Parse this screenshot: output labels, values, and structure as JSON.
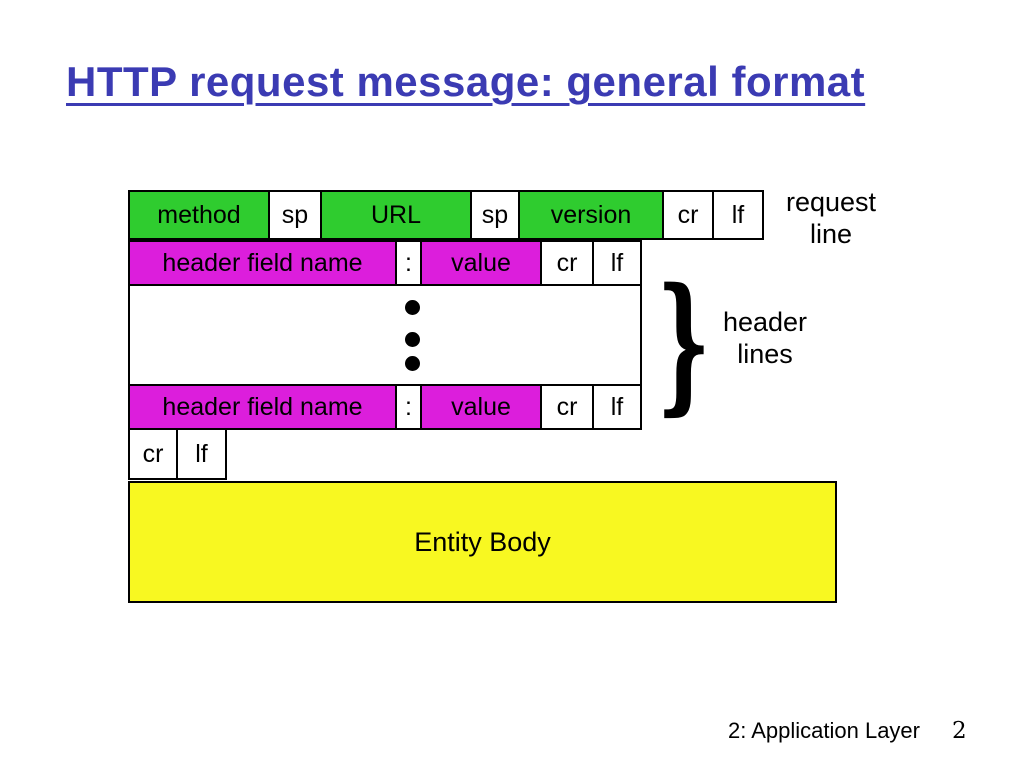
{
  "title": "HTTP request message: general format",
  "diagram": {
    "request_line": {
      "side_label": "request line",
      "cells": [
        {
          "label": "method"
        },
        {
          "label": "sp"
        },
        {
          "label": "URL"
        },
        {
          "label": "sp"
        },
        {
          "label": "version"
        },
        {
          "label": "cr"
        },
        {
          "label": "lf"
        }
      ]
    },
    "header_line_top": {
      "cells": [
        {
          "label": "header field name"
        },
        {
          "label": ":"
        },
        {
          "label": "value"
        },
        {
          "label": "cr"
        },
        {
          "label": "lf"
        }
      ]
    },
    "header_line_bottom": {
      "cells": [
        {
          "label": "header field name"
        },
        {
          "label": ":"
        },
        {
          "label": "value"
        },
        {
          "label": "cr"
        },
        {
          "label": "lf"
        }
      ]
    },
    "header_brace": {
      "glyph": "}",
      "side_label": "header lines"
    },
    "blank_line": {
      "cells": [
        {
          "label": "cr"
        },
        {
          "label": "lf"
        }
      ]
    },
    "entity_body": {
      "label": "Entity Body"
    }
  },
  "footer": {
    "section": "2: Application Layer",
    "page": "2"
  },
  "colors": {
    "title_blue": "#3b3bb3",
    "box_green": "#2fcc2f",
    "box_magenta": "#dc1edc",
    "box_yellow": "#f8f821",
    "box_border": "#000000",
    "text": "#000000",
    "background": "#ffffff"
  }
}
